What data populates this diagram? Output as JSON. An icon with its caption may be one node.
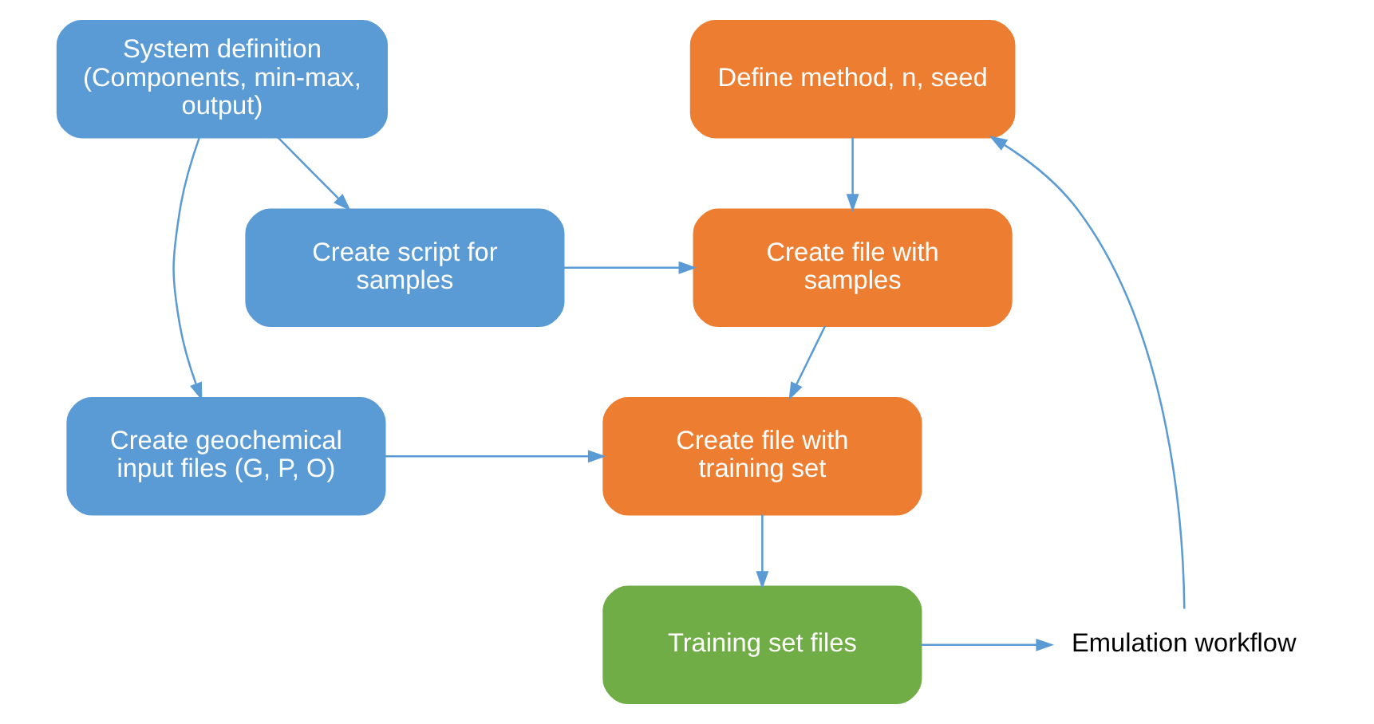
{
  "diagram": {
    "nodes": [
      {
        "text": [
          "System definition (Components, min-max, output)"
        ]
      },
      {
        "text": [
          "Create script for samples"
        ]
      },
      {
        "text": [
          "Create geochemical input files (G, P, O)"
        ]
      },
      {
        "text": [
          "Define method, n, seed"
        ]
      },
      {
        "text": [
          "Create file with samples"
        ]
      },
      {
        "text": [
          "Create file with training set"
        ]
      },
      {
        "text": [
          "Training set files"
        ]
      },
      {
        "text": [
          "Emulation workflow"
        ]
      }
    ],
    "edges": [
      {
        "from": 0,
        "to": 1,
        "arrow": "to"
      },
      {
        "from": 0,
        "to": 2,
        "arrow": "to"
      },
      {
        "from": 1,
        "to": 4,
        "arrow": "to"
      },
      {
        "from": 3,
        "to": 4,
        "arrow": "to"
      },
      {
        "from": 4,
        "to": 5,
        "arrow": "to"
      },
      {
        "from": 2,
        "to": 5,
        "arrow": "to"
      },
      {
        "from": 5,
        "to": 6,
        "arrow": "to"
      },
      {
        "from": 6,
        "to": 7,
        "arrow": "to"
      },
      {
        "from": 7,
        "to": 3,
        "arrow": "to"
      }
    ]
  }
}
